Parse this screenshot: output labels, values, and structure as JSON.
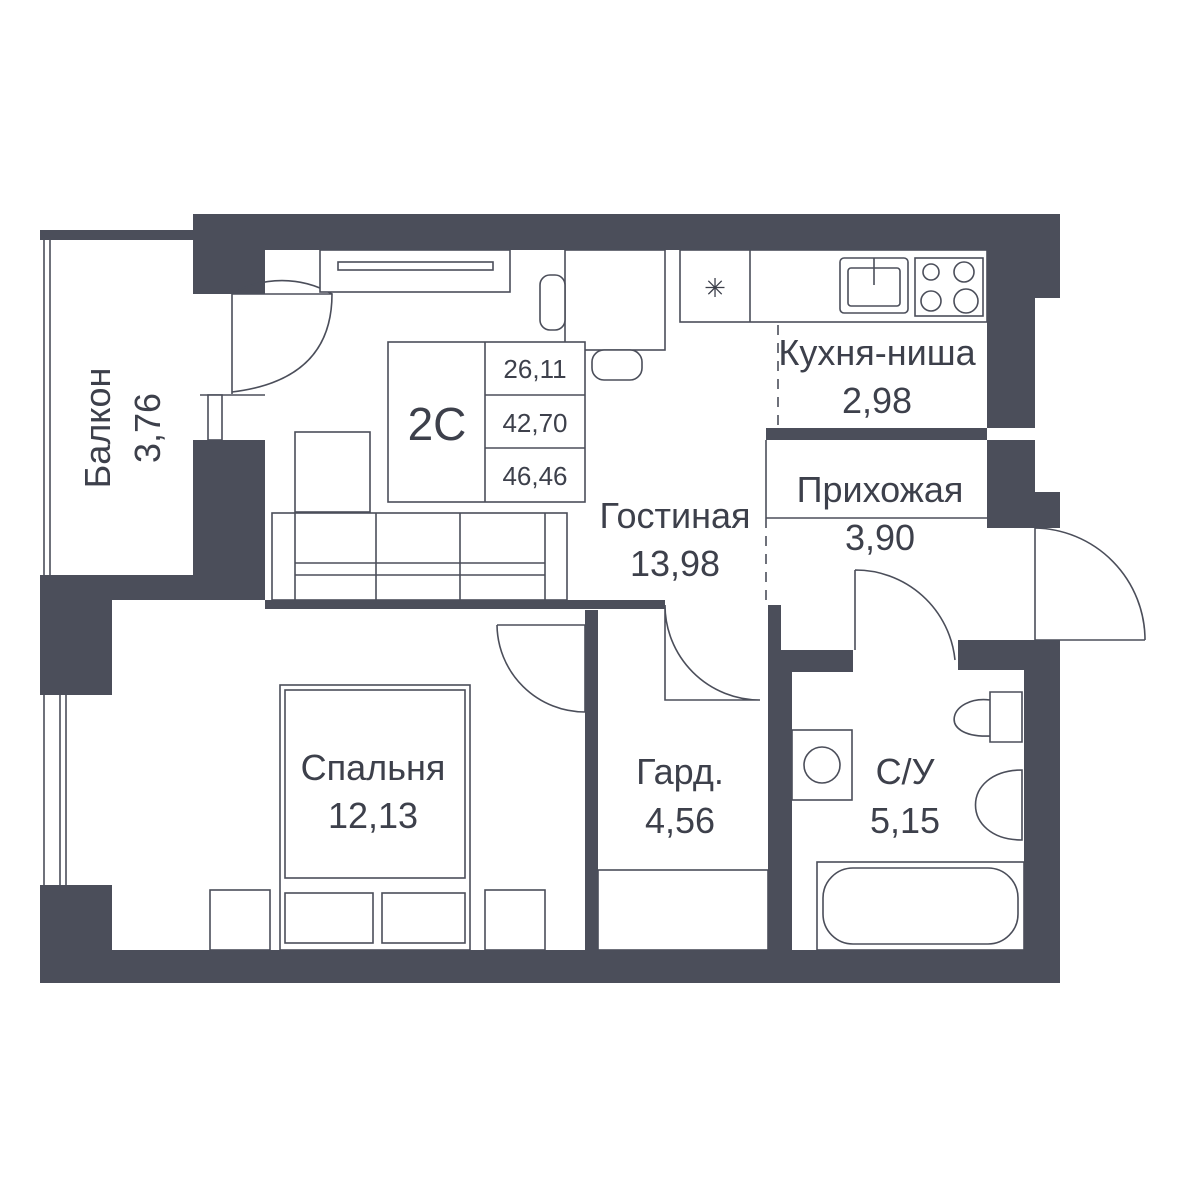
{
  "unit": {
    "type": "2С",
    "areas": [
      "26,11",
      "42,70",
      "46,46"
    ]
  },
  "rooms": {
    "balcony": {
      "name": "Балкон",
      "area": "3,76"
    },
    "living": {
      "name": "Гостиная",
      "area": "13,98"
    },
    "kitchen": {
      "name": "Кухня-ниша",
      "area": "2,98"
    },
    "hallway": {
      "name": "Прихожая",
      "area": "3,90"
    },
    "bedroom": {
      "name": "Спальня",
      "area": "12,13"
    },
    "wardrobe": {
      "name": "Гард.",
      "area": "4,56"
    },
    "bathroom": {
      "name": "С/У",
      "area": "5,15"
    }
  },
  "colors": {
    "wall": "#4b4e5a",
    "text": "#3d404b",
    "background": "#ffffff"
  }
}
